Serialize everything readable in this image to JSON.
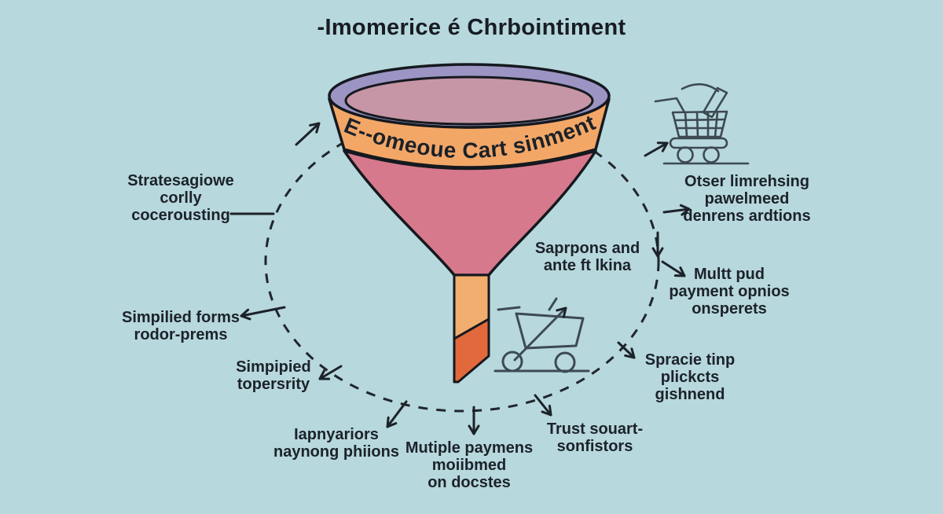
{
  "title": "-Imomerice é Chrbointiment",
  "funnel": {
    "band_label": "E--omeoue Cart sinment"
  },
  "labels": {
    "strategy": {
      "lines": [
        "Stratesagiowe",
        "corlly",
        "cocerousting"
      ]
    },
    "forms": {
      "lines": [
        "Simpilied forms",
        "rodor-prems"
      ]
    },
    "simpipied": {
      "lines": [
        "Simpipied",
        "topersrity"
      ]
    },
    "iapnyariors": {
      "lines": [
        "Iapnyariors",
        "naynong phiions"
      ]
    },
    "payments": {
      "lines": [
        "Mutiple paymens",
        "moiibmed",
        "on docstes"
      ]
    },
    "trust": {
      "lines": [
        "Trust souart-",
        "sonfistors"
      ]
    },
    "spracie": {
      "lines": [
        "Spracie tinp",
        "plickcts",
        "gishnend"
      ]
    },
    "multt": {
      "lines": [
        "Multt pud",
        "payment opnios",
        "onsperets"
      ]
    },
    "otser": {
      "lines": [
        "Otser limrehsing",
        "pawelmeed",
        "denrens ardtions"
      ]
    },
    "saprpons": {
      "lines": [
        "Saprpons and",
        "ante ft lkina"
      ]
    }
  },
  "icons": {
    "top_right": "shopping-cart-item-tossed-icon",
    "center": "shopping-cart-abandoned-icon"
  },
  "colors": {
    "background": "#b7d8dc",
    "text": "#1c222a",
    "funnel_rim": "#9c95c3",
    "funnel_interior": "#c696a6",
    "funnel_band": "#f3a767",
    "funnel_cone": "#d7798c",
    "funnel_stem_top": "#f1ae6e",
    "funnel_stem_bottom": "#e2693c",
    "outline": "#15191f",
    "line_art": "#3d4a52"
  }
}
